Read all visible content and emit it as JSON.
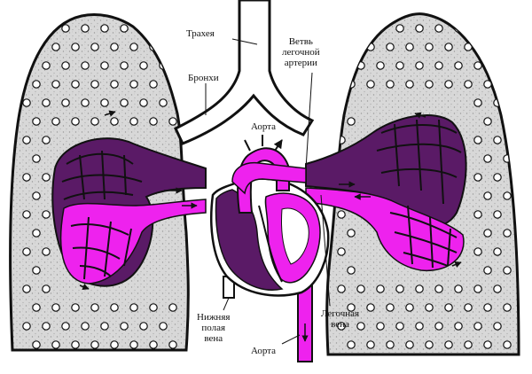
{
  "labels": {
    "trachea": "Трахея",
    "bronchi": "Бронхи",
    "aorta_top": "Аорта",
    "pulmonary_artery_branch_line1": "Ветвь",
    "pulmonary_artery_branch_line2": "легочной",
    "pulmonary_artery_branch_line3": "артерии",
    "inferior_vena_cava_line1": "Нижняя",
    "inferior_vena_cava_line2": "полая",
    "inferior_vena_cava_line3": "вена",
    "pulmonary_vein_line1": "Легочная",
    "pulmonary_vein_line2": "вена",
    "aorta_bottom": "Аорта"
  },
  "colors": {
    "arterial_blood": "#ee22ee",
    "venous_blood": "#5a1a66",
    "lung_tissue": "#d4d4d4",
    "outline": "#111111",
    "background": "#ffffff"
  }
}
